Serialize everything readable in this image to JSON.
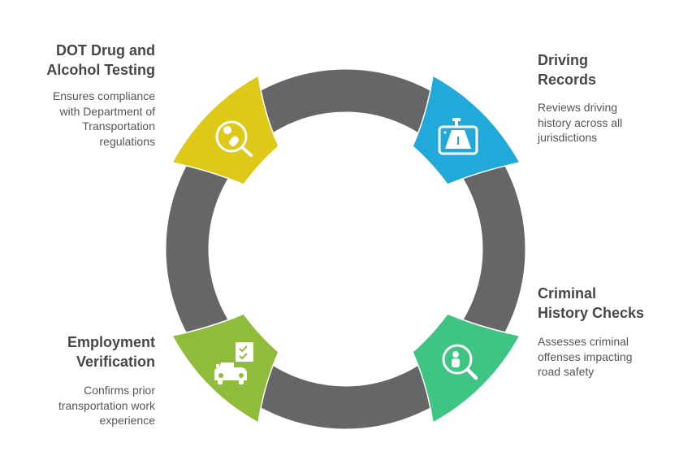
{
  "steps": [
    {
      "title_line1": "DOT Drug and",
      "title_line2": "Alcohol Testing",
      "desc_lines": [
        "Ensures compliance",
        "with Department of",
        "Transportation",
        "regulations"
      ],
      "color": "#DEC918",
      "icon": "drug-test-magnifier-icon"
    },
    {
      "title_line1": "Driving",
      "title_line2": "Records",
      "desc_lines": [
        "Reviews driving",
        "history across all",
        "jurisdictions"
      ],
      "color": "#21A9DA",
      "icon": "dashcam-road-icon"
    },
    {
      "title_line1": "Criminal",
      "title_line2": "History Checks",
      "desc_lines": [
        "Assesses criminal",
        "offenses impacting",
        "road safety"
      ],
      "color": "#3EC483",
      "icon": "person-search-icon"
    },
    {
      "title_line1": "Employment",
      "title_line2": "Verification",
      "desc_lines": [
        "Confirms prior",
        "transportation work",
        "experience"
      ],
      "color": "#8FBC3B",
      "icon": "car-checklist-icon"
    }
  ],
  "ring_color": "#666666"
}
